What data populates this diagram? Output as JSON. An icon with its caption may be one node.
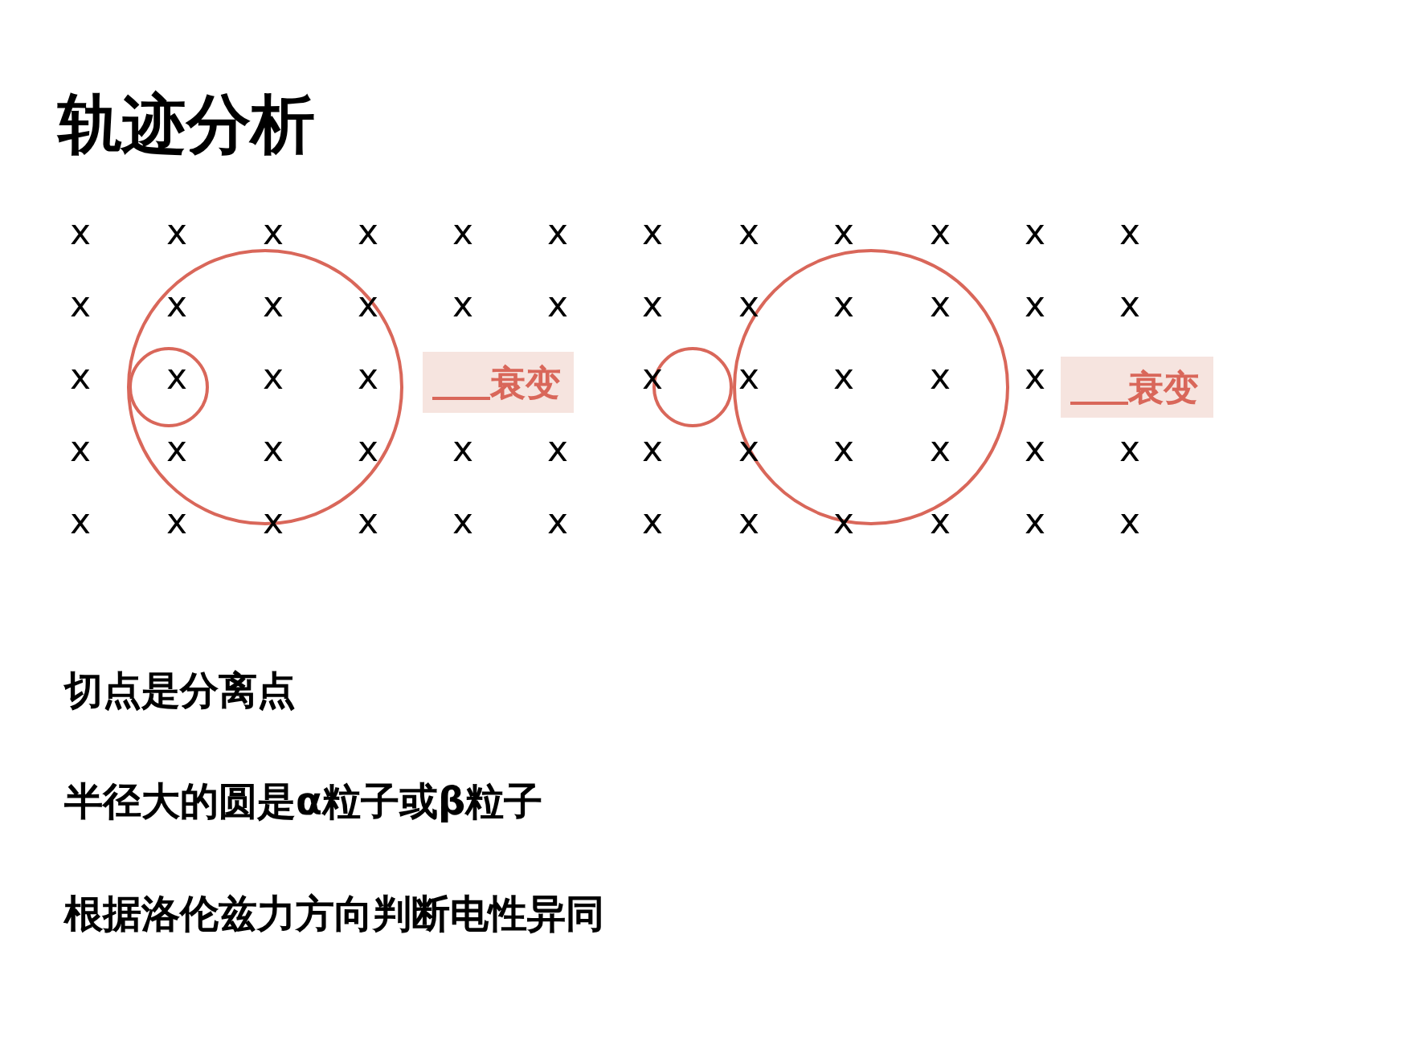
{
  "diagram": {
    "title": "轨迹分析",
    "nodes": [
      {
        "text": [],
        "shape": "circle",
        "in": 1
      },
      {
        "text": [],
        "shape": "circle"
      },
      {
        "text": [],
        "shape": "circle"
      },
      {
        "text": [],
        "shape": "circle"
      }
    ],
    "labels": [
      "x",
      "x",
      "x",
      "x",
      "x",
      "x",
      "x",
      "x",
      "x",
      "x",
      "x",
      "x",
      "x",
      "x",
      "x",
      "x",
      "x",
      "x",
      "x",
      "x",
      "x",
      "x",
      "x",
      "x",
      "x",
      "x",
      "x",
      "x",
      "衰变",
      "x",
      "x",
      "x",
      "x",
      "x",
      "衰变",
      "x",
      "x",
      "x",
      "x",
      "x",
      "x",
      "x",
      "x",
      "x",
      "x",
      "x",
      "x",
      "x",
      "x",
      "x",
      "x",
      "x",
      "x",
      "x",
      "x",
      "x",
      "x",
      "x",
      "x",
      "切点是分离点",
      "半径大的圆是α粒子或β粒子",
      "根据洛伦兹力方向判断电性异同"
    ]
  }
}
